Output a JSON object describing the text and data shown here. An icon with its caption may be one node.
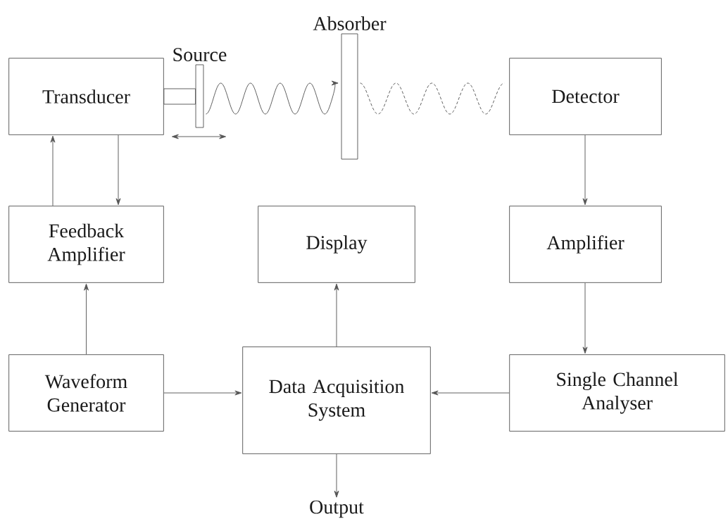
{
  "diagram": {
    "nodes": [
      {
        "text": [
          "Transducer"
        ]
      },
      {
        "text": [
          "Source"
        ]
      },
      {
        "text": [
          "Absorber"
        ]
      },
      {
        "text": [
          "Detector"
        ]
      },
      {
        "text": [
          "Feedback Amplifier"
        ]
      },
      {
        "text": [
          "Display"
        ]
      },
      {
        "text": [
          "Amplifier"
        ]
      },
      {
        "text": [
          "Waveform Generator"
        ]
      },
      {
        "text": [
          "Data Acquisition System"
        ]
      },
      {
        "text": [
          "Single Channel Analyser"
        ]
      },
      {
        "text": [
          "Output"
        ]
      }
    ],
    "edges": [
      {
        "from": 0,
        "to": 1,
        "arrow": "none"
      },
      {
        "from": 1,
        "to": 2,
        "arrow": "to"
      },
      {
        "from": 2,
        "to": 3,
        "arrow": "none",
        "style": "dashed"
      },
      {
        "from": 4,
        "to": 0,
        "arrow": "to"
      },
      {
        "from": 0,
        "to": 4,
        "arrow": "to"
      },
      {
        "from": 7,
        "to": 4,
        "arrow": "to"
      },
      {
        "from": 7,
        "to": 8,
        "arrow": "to"
      },
      {
        "from": 8,
        "to": 5,
        "arrow": "to"
      },
      {
        "from": 3,
        "to": 6,
        "arrow": "to"
      },
      {
        "from": 6,
        "to": 9,
        "arrow": "to"
      },
      {
        "from": 9,
        "to": 8,
        "arrow": "to"
      },
      {
        "from": 8,
        "to": 10,
        "arrow": "to"
      }
    ]
  }
}
